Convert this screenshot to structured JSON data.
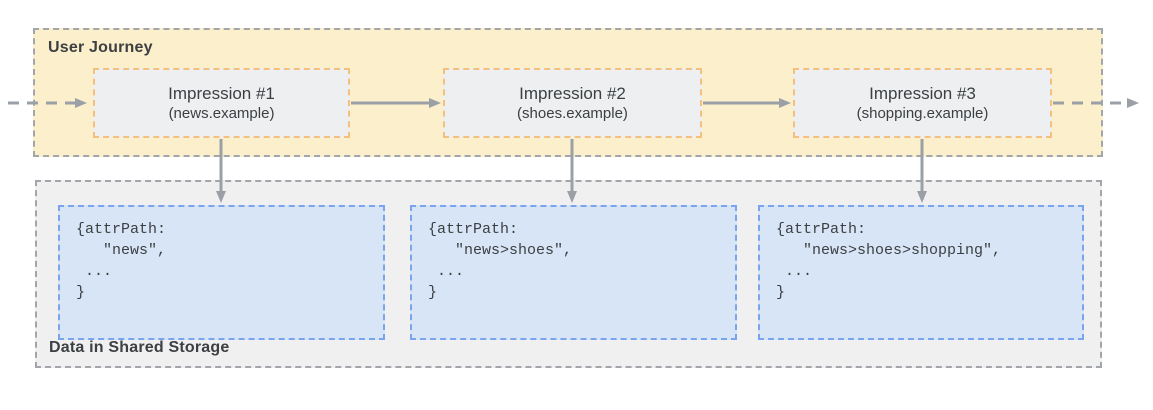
{
  "diagram": {
    "user_journey": {
      "label": "User Journey",
      "impressions": [
        {
          "title": "Impression #1",
          "subtitle": "(news.example)"
        },
        {
          "title": "Impression #2",
          "subtitle": "(shoes.example)"
        },
        {
          "title": "Impression #3",
          "subtitle": "(shopping.example)"
        }
      ]
    },
    "shared_storage": {
      "label": "Data in Shared Storage",
      "entries": [
        {
          "code": "{attrPath:\n   \"news\",\n ...\n}"
        },
        {
          "code": "{attrPath:\n   \"news>shoes\",\n ...\n}"
        },
        {
          "code": "{attrPath:\n   \"news>shoes>shopping\",\n ...\n}"
        }
      ]
    },
    "colors": {
      "journey_bg": "#FCEFCB",
      "journey_border": "#A2A6AB",
      "impression_bg": "#EEEFF0",
      "impression_border": "#F5C07E",
      "storage_bg": "#F0F0F1",
      "storage_border": "#A2A6AB",
      "entry_bg": "#D8E5F6",
      "entry_border": "#7AA5EE",
      "arrow": "#9AA0A6",
      "text": "#3C4043"
    }
  }
}
